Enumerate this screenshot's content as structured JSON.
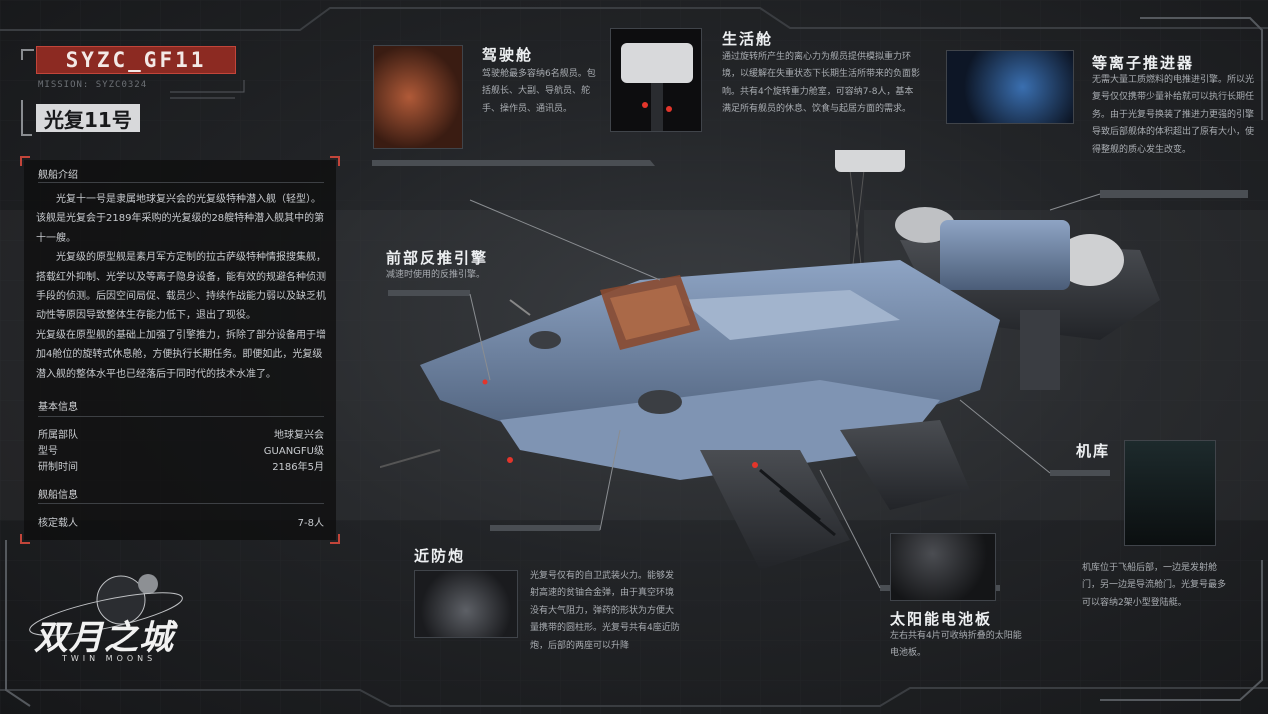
{
  "ship": {
    "code": "SYZC_GF11",
    "mission": "MISSION: SYZC0324",
    "name": "光复11号"
  },
  "panel": {
    "intro_title": "舰船介绍",
    "intro_paragraphs": [
      "光复十一号是隶属地球复兴会的光复级特种潜入舰（轻型）。该舰是光复会于2189年采购的光复级的28艘特种潜入舰其中的第十一艘。",
      "光复级的原型舰是素月军方定制的拉古萨级特种情报搜集舰，搭载红外抑制、光学以及等离子隐身设备，能有效的规避各种侦测手段的侦测。后因空间局促、载员少、持续作战能力弱以及缺乏机动性等原因导致整体生存能力低下，退出了现役。",
      "光复级在原型舰的基础上加强了引擎推力，拆除了部分设备用于增加4舱位的旋转式休息舱，方便执行长期任务。即便如此，光复级潜入舰的整体水平也已经落后于同时代的技术水准了。"
    ],
    "basic_title": "基本信息",
    "basic_rows": [
      {
        "label": "所属部队",
        "value": "地球复兴会"
      },
      {
        "label": "型号",
        "value": "GUANGFU级"
      },
      {
        "label": "研制时间",
        "value": "2186年5月"
      }
    ],
    "ship_title": "舰船信息",
    "ship_rows": [
      {
        "label": "核定载人",
        "value": "7-8人"
      }
    ]
  },
  "features": {
    "cockpit": {
      "title": "驾驶舱",
      "text": "驾驶舱最多容纳6名舰员。包括舰长、大副、导航员、舵手、操作员、通讯员。"
    },
    "living": {
      "title": "生活舱",
      "text": "通过旋转所产生的离心力为舰员提供模拟重力环境，以缓解在失重状态下长期生活所带来的负面影响。共有4个旋转重力舱室，可容纳7-8人，基本满足所有舰员的休息、饮食与起居方面的需求。"
    },
    "plasma": {
      "title": "等离子推进器",
      "text": "无需大量工质燃料的电推进引擎。所以光复号仅仅携带少量补给就可以执行长期任务。由于光复号换装了推进力更强的引擎导致后部舰体的体积超出了原有大小，使得整舰的质心发生改变。"
    },
    "reverse": {
      "title": "前部反推引擎",
      "text": "减速时使用的反推引擎。"
    },
    "hangar": {
      "title": "机库",
      "text": "机库位于飞船后部，一边是发射舱门，另一边是导流舱门。光复号最多可以容纳2架小型登陆艇。"
    },
    "ciws": {
      "title": "近防炮",
      "text": "光复号仅有的自卫武装火力。能够发射高速的贫铀合金弹，由于真空环境没有大气阻力，弹药的形状为方便大量携带的圆柱形。光复号共有4座近防炮，后部的两座可以升降"
    },
    "solar": {
      "title": "太阳能电池板",
      "text": "左右共有4片可收纳折叠的太阳能电池板。"
    }
  },
  "logo": {
    "cn": "双月之城",
    "en": "TWIN MOONS"
  },
  "colors": {
    "accent": "#c2453a",
    "background": "#1b1c1e",
    "panel": "#0c0c0d"
  }
}
